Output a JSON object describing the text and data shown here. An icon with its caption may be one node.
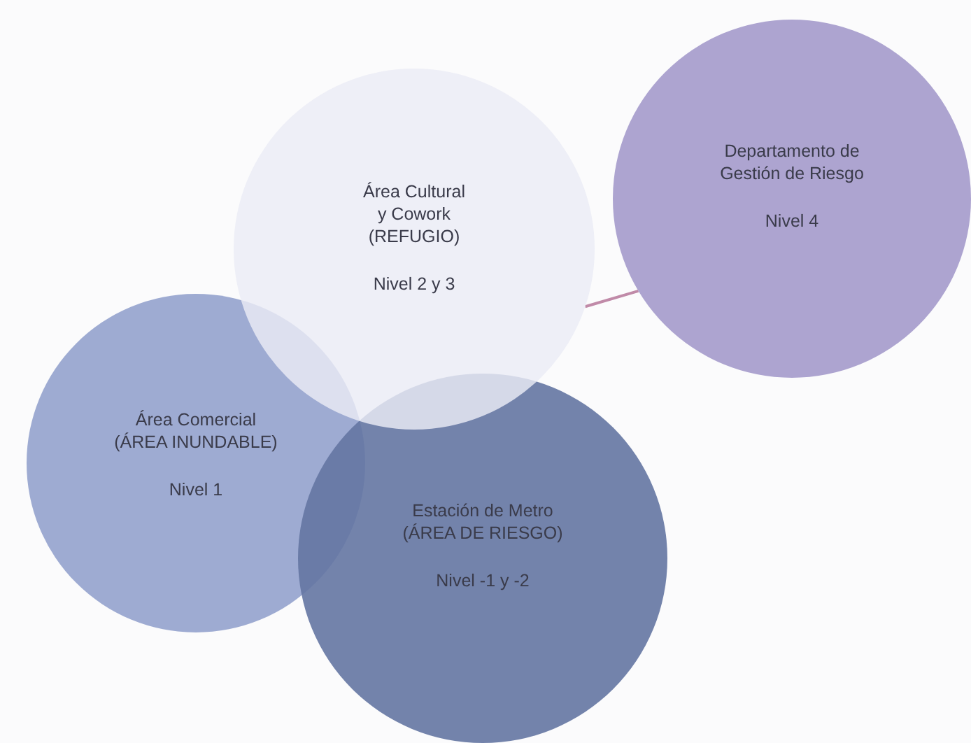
{
  "diagram": {
    "nodes": [
      {
        "text": [
          "Área Cultural y Cowork (REFUGIO)",
          "Nivel 2 y 3"
        ]
      },
      {
        "text": [
          "Departamento de Gestión de Riesgo",
          "Nivel 4"
        ]
      },
      {
        "text": [
          "Área Comercial (ÁREA INUNDABLE)",
          "Nivel 1"
        ]
      },
      {
        "text": [
          "Estación de Metro (ÁREA DE RIESGO)",
          "Nivel -1 y -2"
        ]
      }
    ],
    "edges": [
      {
        "from": 0,
        "to": 1,
        "arrow": "none"
      }
    ]
  }
}
